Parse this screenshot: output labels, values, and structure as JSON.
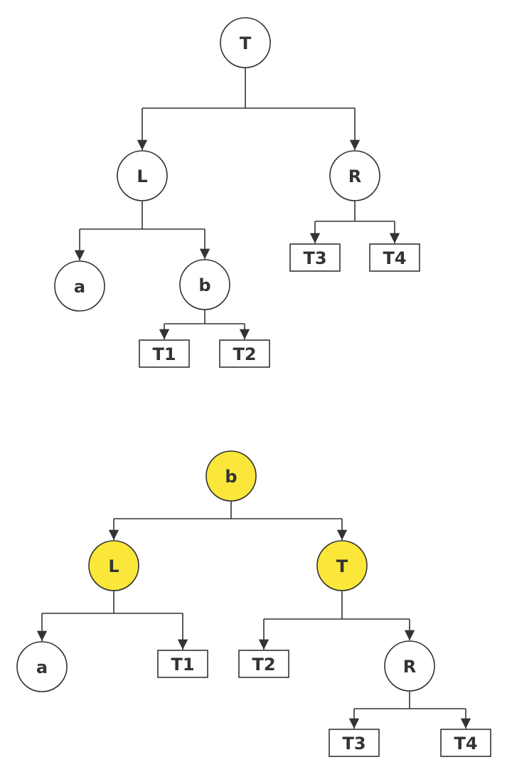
{
  "colors": {
    "stroke": "#333333",
    "fill_default": "#ffffff",
    "fill_highlight": "#fbe73a"
  },
  "trees": [
    {
      "name": "before",
      "nodes": [
        {
          "id": "T",
          "label": "T",
          "shape": "circle",
          "highlight": false
        },
        {
          "id": "L",
          "label": "L",
          "shape": "circle",
          "highlight": false
        },
        {
          "id": "R",
          "label": "R",
          "shape": "circle",
          "highlight": false
        },
        {
          "id": "a",
          "label": "a",
          "shape": "circle",
          "highlight": false
        },
        {
          "id": "b",
          "label": "b",
          "shape": "circle",
          "highlight": false
        },
        {
          "id": "T1",
          "label": "T1",
          "shape": "rect",
          "highlight": false
        },
        {
          "id": "T2",
          "label": "T2",
          "shape": "rect",
          "highlight": false
        },
        {
          "id": "T3",
          "label": "T3",
          "shape": "rect",
          "highlight": false
        },
        {
          "id": "T4",
          "label": "T4",
          "shape": "rect",
          "highlight": false
        }
      ],
      "edges": [
        {
          "from": "T",
          "to": [
            "L",
            "R"
          ]
        },
        {
          "from": "L",
          "to": [
            "a",
            "b"
          ]
        },
        {
          "from": "R",
          "to": [
            "T3",
            "T4"
          ]
        },
        {
          "from": "b",
          "to": [
            "T1",
            "T2"
          ]
        }
      ]
    },
    {
      "name": "after",
      "nodes": [
        {
          "id": "b",
          "label": "b",
          "shape": "circle",
          "highlight": true
        },
        {
          "id": "L",
          "label": "L",
          "shape": "circle",
          "highlight": true
        },
        {
          "id": "T",
          "label": "T",
          "shape": "circle",
          "highlight": true
        },
        {
          "id": "a",
          "label": "a",
          "shape": "circle",
          "highlight": false
        },
        {
          "id": "T1",
          "label": "T1",
          "shape": "rect",
          "highlight": false
        },
        {
          "id": "T2",
          "label": "T2",
          "shape": "rect",
          "highlight": false
        },
        {
          "id": "R",
          "label": "R",
          "shape": "circle",
          "highlight": false
        },
        {
          "id": "T3",
          "label": "T3",
          "shape": "rect",
          "highlight": false
        },
        {
          "id": "T4",
          "label": "T4",
          "shape": "rect",
          "highlight": false
        }
      ],
      "edges": [
        {
          "from": "b",
          "to": [
            "L",
            "T"
          ]
        },
        {
          "from": "L",
          "to": [
            "a",
            "T1"
          ]
        },
        {
          "from": "T",
          "to": [
            "T2",
            "R"
          ]
        },
        {
          "from": "R",
          "to": [
            "T3",
            "T4"
          ]
        }
      ]
    }
  ]
}
